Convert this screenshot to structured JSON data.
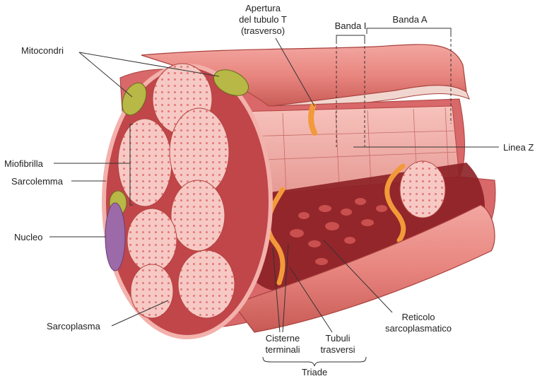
{
  "labels": {
    "apertura_1": "Apertura",
    "apertura_2": "del tubulo T",
    "apertura_3": "(trasverso)",
    "banda_i": "Banda I",
    "banda_a": "Banda A",
    "mitocondri": "Mitocondri",
    "miofibrilla": "Miofibrilla",
    "sarcolemma": "Sarcolemma",
    "nucleo": "Nucleo",
    "sarcoplasma": "Sarcoplasma",
    "linea_z": "Linea Z",
    "reticolo_1": "Reticolo",
    "reticolo_2": "sarcoplasmatico",
    "cisterne_1": "Cisterne",
    "cisterne_2": "terminali",
    "tubuli_1": "Tubuli",
    "tubuli_2": "trasversi",
    "triade": "Triade"
  },
  "colors": {
    "muscle": "#e8857f",
    "muscle_dark": "#b5433f",
    "myofibril": "#f6c9c4",
    "dot": "#e4777a",
    "t_tubule": "#f29a3a",
    "mitochondria": "#b7b845",
    "nucleus": "#9c6aa8",
    "reticulum": "#8b1f25"
  }
}
